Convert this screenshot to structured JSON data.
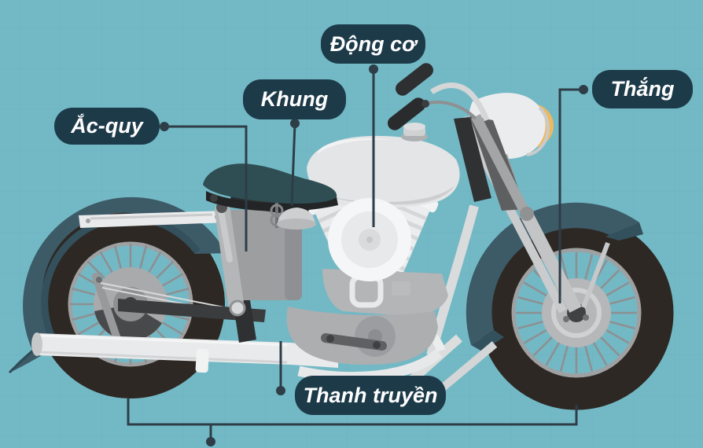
{
  "diagram": {
    "subject": "motorcycle-parts-infographic",
    "language": "vi",
    "labels": {
      "battery": "Ắc-quy",
      "frame": "Khung",
      "engine": "Động cơ",
      "brake": "Thắng",
      "connecting_rod": "Thanh truyền"
    }
  },
  "theme": {
    "bg": "#73b9c5",
    "grid": "#5ea8b6",
    "label-bg": "#1d3a49",
    "label-text": "#ffffff",
    "callout": "#2e3d47",
    "fender": "#3d5a67",
    "fender-dark": "#33515d",
    "tire": "#2d2823",
    "seat": "#2f4e54",
    "accent-yellow": "#f0b85e"
  }
}
